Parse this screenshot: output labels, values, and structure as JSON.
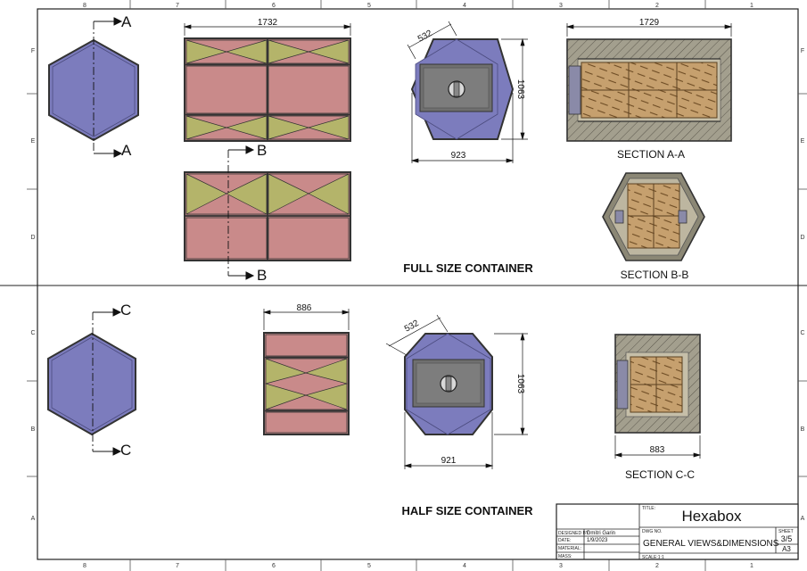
{
  "drawing": {
    "sections": {
      "full_title": "FULL SIZE CONTAINER",
      "half_title": "HALF SIZE CONTAINER"
    },
    "cut_labels": {
      "a": "A",
      "b": "B",
      "c": "C"
    },
    "section_labels": {
      "aa": "SECTION A-A",
      "bb": "SECTION B-B",
      "cc": "SECTION C-C"
    },
    "dimensions": {
      "full_length": "1732",
      "full_side": "532",
      "full_height": "1063",
      "full_width": "923",
      "full_section_length": "1729",
      "half_length": "886",
      "half_side": "532",
      "half_height": "1063",
      "half_width": "921",
      "half_section_length": "883"
    },
    "grid_columns": [
      "8",
      "7",
      "6",
      "5",
      "4",
      "3",
      "2",
      "1"
    ],
    "grid_rows": [
      "F",
      "E",
      "D",
      "C",
      "B",
      "A"
    ]
  },
  "title_block": {
    "title_label": "TITLE:",
    "title": "Hexabox",
    "designed_by_label": "DESIGNED BY:",
    "designed_by": "Dmitri Garin",
    "date_label": "DATE:",
    "date": "1/9/2023",
    "material_label": "MATERIAL:",
    "mass_label": "MASS:",
    "dwg_no_label": "DWG NO.",
    "dwg_no": "GENERAL VIEWS&DIMENSIONS",
    "scale_label": "SCALE:1:1",
    "sheet_label": "SHEET",
    "sheet": "3/5",
    "size": "A3"
  },
  "colors": {
    "hex_fill": "#7c7cbd",
    "red_panel": "#c98a8a",
    "olive_panel": "#b4b46a",
    "wood": "#c6a06e",
    "wall_hatch": "#9a9584"
  }
}
